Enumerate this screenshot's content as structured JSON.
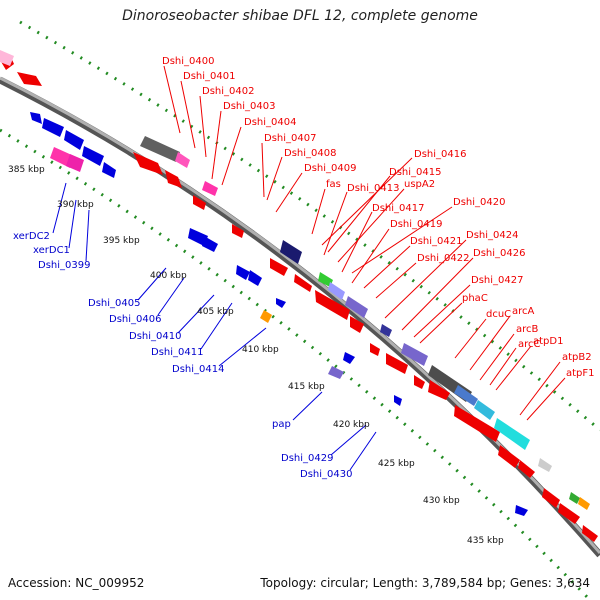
{
  "title": "Dinoroseobacter shibae DFL 12, complete genome",
  "footer": {
    "accession": "Accession: NC_009952",
    "summary": "Topology: circular; Length: 3,789,584 bp; Genes: 3,634"
  },
  "colors": {
    "forward": "#ee0000",
    "reverse": "#0000dd",
    "dots": "#228b22",
    "backbone": "#808080"
  },
  "kbp_ticks": [
    "385 kbp",
    "390 kbp",
    "395 kbp",
    "400 kbp",
    "405 kbp",
    "410 kbp",
    "415 kbp",
    "420 kbp",
    "425 kbp",
    "430 kbp",
    "435 kbp"
  ],
  "forward_labels": [
    "Dshi_0400",
    "Dshi_0401",
    "Dshi_0402",
    "Dshi_0403",
    "Dshi_0404",
    "Dshi_0407",
    "Dshi_0408",
    "Dshi_0409",
    "fas",
    "Dshi_0416",
    "Dshi_0415",
    "Dshi_0413",
    "uspA2",
    "Dshi_0420",
    "Dshi_0417",
    "Dshi_0419",
    "Dshi_0424",
    "Dshi_0421",
    "Dshi_0426",
    "Dshi_0422",
    "Dshi_0427",
    "phaC",
    "dcuC",
    "arcA",
    "arcB",
    "arcC",
    "atpD1",
    "atpB2",
    "atpF1"
  ],
  "reverse_labels": [
    "xerDC2",
    "xerDC1",
    "Dshi_0399",
    "Dshi_0405",
    "Dshi_0406",
    "Dshi_0410",
    "Dshi_0411",
    "Dshi_0414",
    "pap",
    "Dshi_0429",
    "Dshi_0430"
  ]
}
